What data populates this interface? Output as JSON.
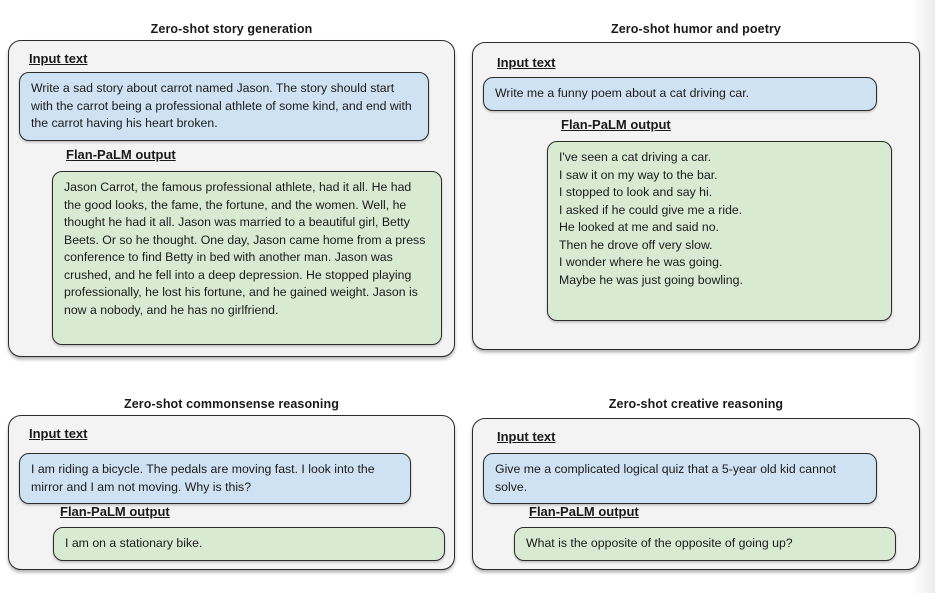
{
  "figure": {
    "labels": {
      "input": "Input text",
      "output": "Flan-PaLM output"
    },
    "colors": {
      "panel_bg": "#f3f3f3",
      "panel_border": "#2b2b2b",
      "input_bubble_bg": "#cfe2f3",
      "output_bubble_bg": "#d9ead3",
      "text": "#1a1a1a",
      "page_bg": "#ffffff"
    },
    "panels": [
      {
        "title": "Zero-shot story generation",
        "input": "Write a sad story about carrot named Jason. The story should start with the carrot being a professional athlete of some kind, and end with the carrot having his heart broken.",
        "output": "Jason Carrot, the famous professional athlete, had it all. He had the good looks, the fame, the fortune, and the women. Well, he thought he had it all. Jason was married to a beautiful girl, Betty Beets. Or so he thought. One day, Jason came home from a press conference to find Betty in bed with another man. Jason was crushed, and he fell into a deep depression. He stopped playing professionally, he lost his fortune, and he gained weight. Jason is now a nobody, and he has no girlfriend."
      },
      {
        "title": "Zero-shot humor and poetry",
        "input": "Write me a funny poem about a cat driving car.",
        "output": "I've seen a cat driving a car.\nI saw it on my way to the bar.\nI stopped to look and say hi.\nI asked if he could give me a ride.\nHe looked at me and said no.\nThen he drove off very slow.\nI wonder where he was going.\nMaybe he was just going bowling."
      },
      {
        "title": "Zero-shot commonsense reasoning",
        "input": "I am riding a bicycle. The pedals are moving fast. I look into the mirror and I am not moving. Why is this?",
        "output": "I am on a stationary bike."
      },
      {
        "title": "Zero-shot creative reasoning",
        "input": "Give me a complicated logical quiz that a 5-year old kid cannot solve.",
        "output": "What is the opposite of the opposite of going up?"
      }
    ]
  }
}
